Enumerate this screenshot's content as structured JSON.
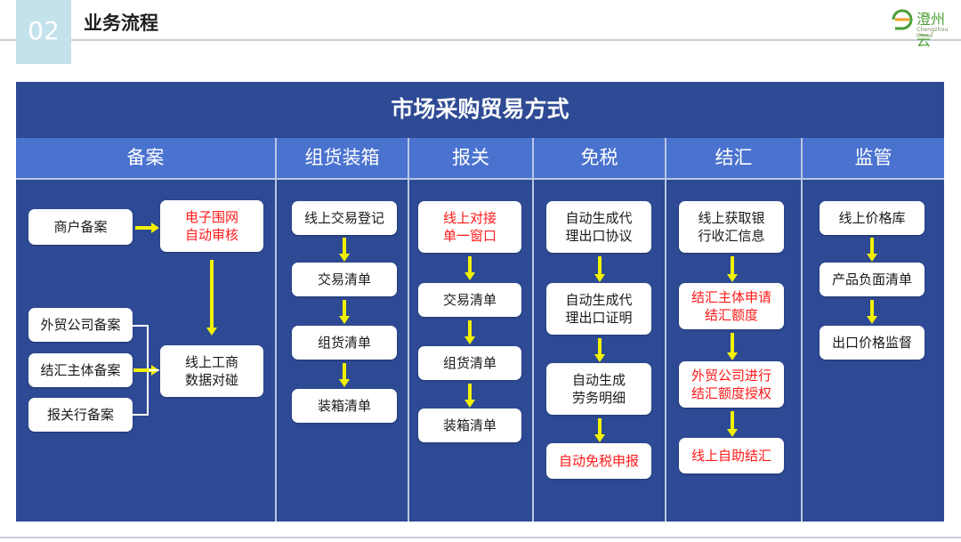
{
  "header": {
    "number": "02",
    "title": "业务流程",
    "logo_text": "澄州云",
    "logo_sub": "Chengzhou Cloud"
  },
  "diagram": {
    "title": "市场采购贸易方式",
    "columns": [
      {
        "name": "备案"
      },
      {
        "name": "组货装箱"
      },
      {
        "name": "报关"
      },
      {
        "name": "免税"
      },
      {
        "name": "结汇"
      },
      {
        "name": "监管"
      }
    ],
    "beian": {
      "merchant": "商户备案",
      "fence": "电子围网\n自动审核",
      "foreign_trade": "外贸公司备案",
      "settlement": "结汇主体备案",
      "broker": "报关行备案",
      "online": "线上工商\n数据对碰"
    },
    "zuhuo": [
      "线上交易登记",
      "交易清单",
      "组货清单",
      "装箱清单"
    ],
    "baoguan": [
      "线上对接\n单一窗口",
      "交易清单",
      "组货清单",
      "装箱清单"
    ],
    "mianshui": [
      "自动生成代\n理出口协议",
      "自动生成代\n理出口证明",
      "自动生成\n劳务明细",
      "自动免税申报"
    ],
    "jiehui": [
      "线上获取银\n行收汇信息",
      "结汇主体申请\n结汇额度",
      "外贸公司进行\n结汇额度授权",
      "线上自助结汇"
    ],
    "jianguan": [
      "线上价格库",
      "产品负面清单",
      "出口价格监督"
    ]
  }
}
